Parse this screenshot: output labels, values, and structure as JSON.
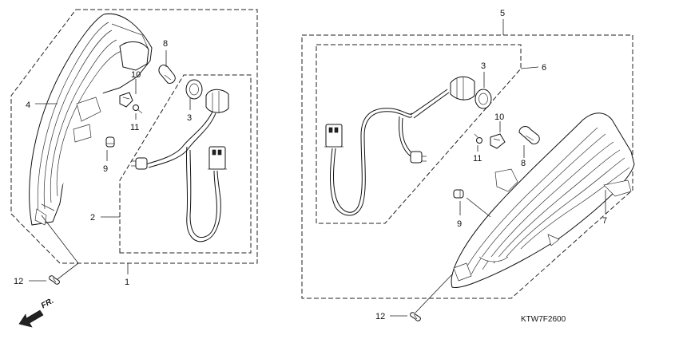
{
  "callouts": {
    "c1": "1",
    "c2": "2",
    "c3_left": "3",
    "c3_right": "3",
    "c4": "4",
    "c5": "5",
    "c6": "6",
    "c7": "7",
    "c8_left": "8",
    "c8_right": "8",
    "c9_left": "9",
    "c9_right": "9",
    "c10_left": "10",
    "c10_right": "10",
    "c11_left": "11",
    "c11_right": "11",
    "c12_left": "12",
    "c12_right": "12"
  },
  "front_indicator": "FR.",
  "diagram_code": "KTW7F2600",
  "icons": {
    "front_arrow": "front-direction-arrow-icon"
  }
}
